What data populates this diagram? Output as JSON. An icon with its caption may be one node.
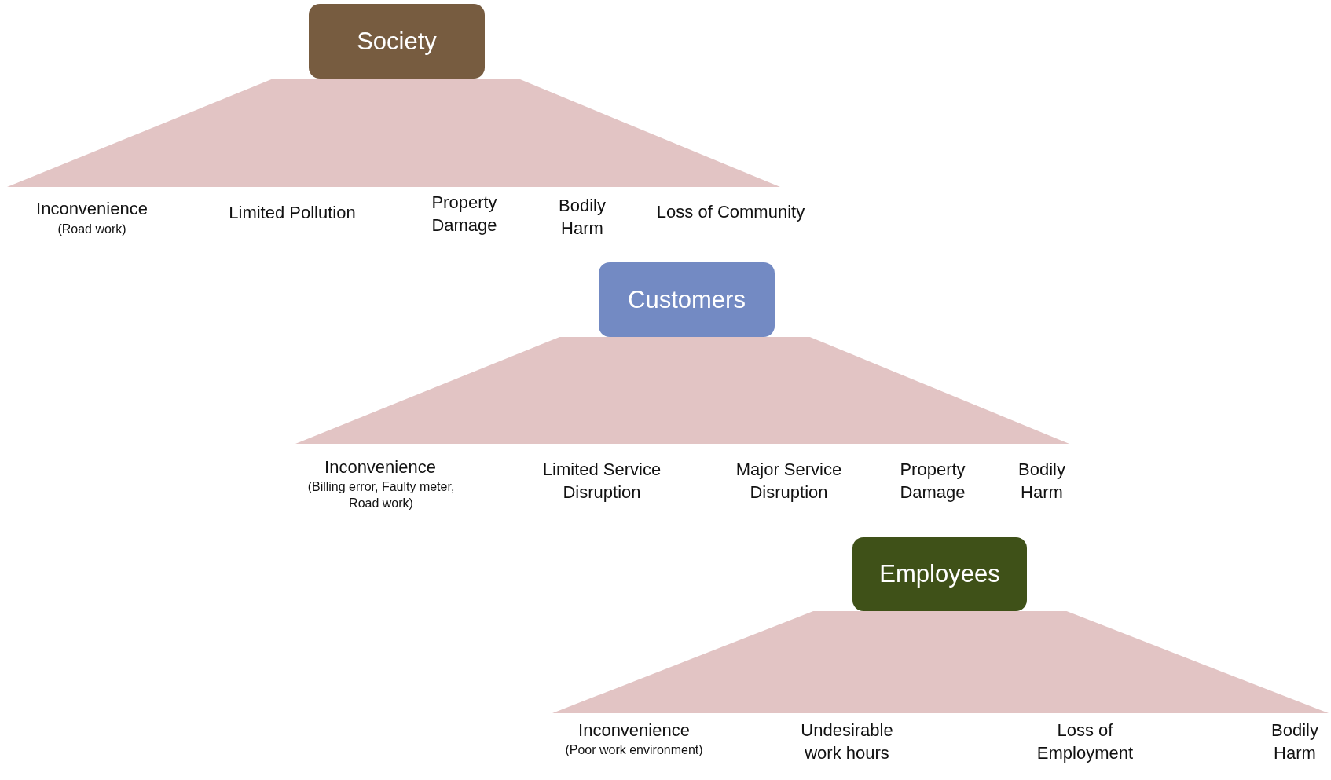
{
  "diagram": {
    "nodes": [
      {
        "text": [
          "Society"
        ]
      },
      {
        "text": [],
        "shape": "triangle",
        "beside": [
          "Inconvenience",
          "(Road work)",
          "Limited Pollution",
          "Property Damage",
          "Bodily Harm",
          "Loss of Community"
        ]
      },
      {
        "text": [
          "Customers"
        ]
      },
      {
        "text": [],
        "shape": "triangle",
        "beside": [
          "Inconvenience",
          "(Billing error, Faulty meter, Road work)",
          "Limited Service Disruption",
          "Major Service Disruption",
          "Property Damage",
          "Bodily Harm"
        ]
      },
      {
        "text": [
          "Employees"
        ]
      },
      {
        "text": [],
        "shape": "triangle",
        "beside": [
          "Inconvenience",
          "(Poor work environment)",
          "Undesirable work hours",
          "Loss of Employment",
          "Bodily Harm"
        ]
      }
    ]
  }
}
